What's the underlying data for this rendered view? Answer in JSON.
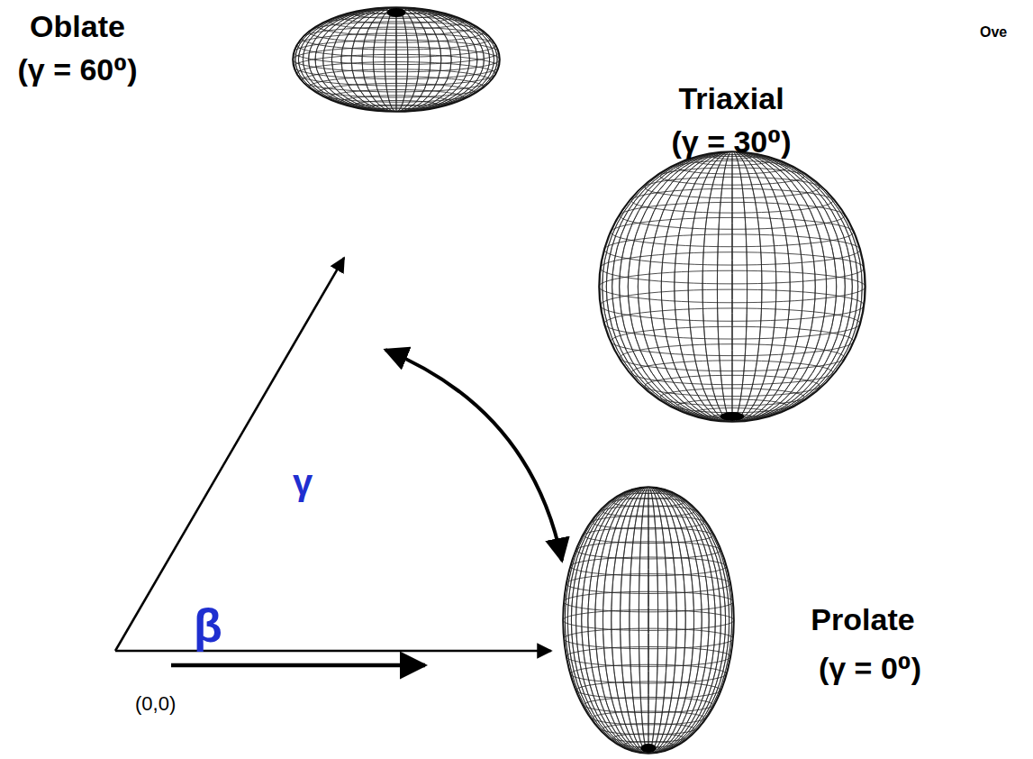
{
  "diagram": {
    "labels": [
      "Oblate",
      "(γ = 60⁰)",
      "Triaxial",
      "(γ = 30⁰)",
      "Prolate",
      "(γ = 0⁰)",
      "Ove",
      "γ",
      "β",
      "(0,0)"
    ]
  }
}
